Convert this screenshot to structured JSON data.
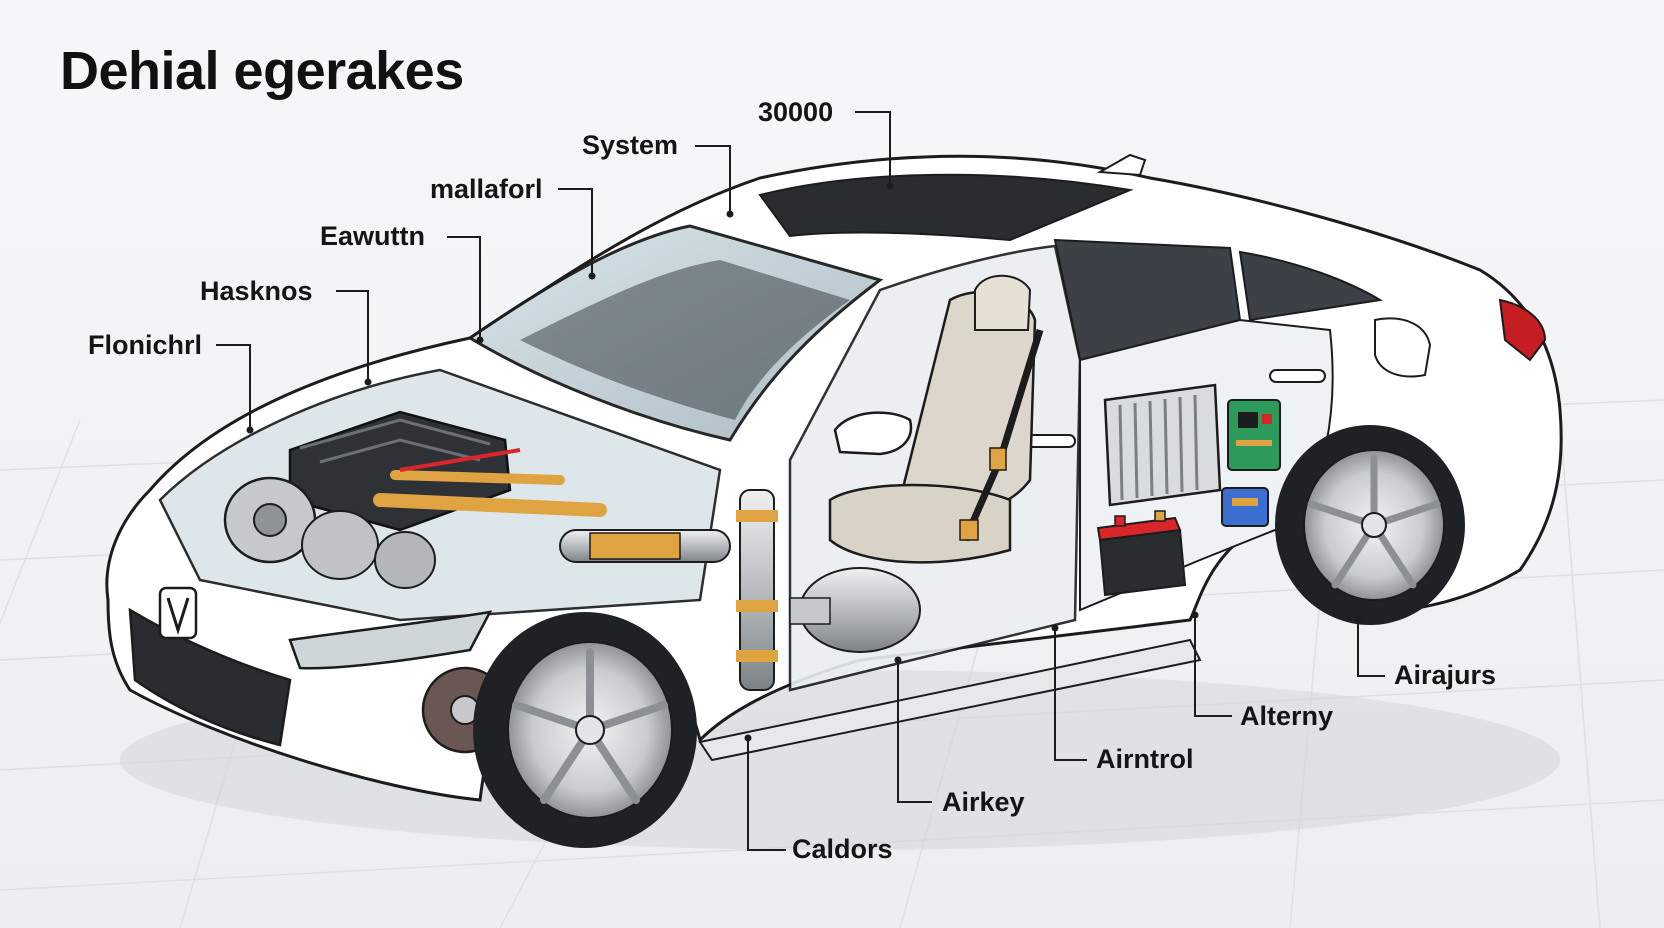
{
  "diagram": {
    "title": "Dehial egerakes",
    "labels": {
      "l30000": "30000",
      "system": "System",
      "mallaforl": "mallaforl",
      "eawuttn": "Eawuttn",
      "hasknos": "Hasknos",
      "flonichrl": "Flonichrl",
      "airajurs": "Airajurs",
      "alterny": "Alterny",
      "airntrol": "Airntrol",
      "airkey": "Airkey",
      "caldors": "Caldors"
    }
  },
  "colors": {
    "background": "#f3f4f6",
    "body": "#ffffff",
    "outline": "#1c1c1c",
    "glass": "#3b4146",
    "engine": "#2e3236",
    "pipe_accent": "#e0a341",
    "battery_top": "#d9262a",
    "taillight": "#c41d22"
  }
}
